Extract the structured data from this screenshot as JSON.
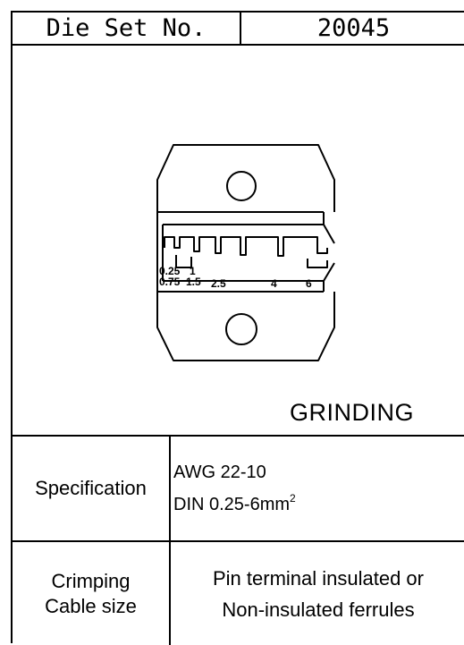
{
  "header": {
    "label": "Die Set No.",
    "value": "20045"
  },
  "die": {
    "sizes_top": [
      "0.25",
      "1"
    ],
    "sizes_bottom": [
      "0.75",
      "1.5",
      "2.5",
      "4",
      "6"
    ]
  },
  "process_label": "GRINDING",
  "specification": {
    "label": "Specification",
    "line1": "AWG 22-10",
    "line2_text": "DIN 0.25-6mm",
    "line2_sup": "2"
  },
  "crimping": {
    "label_line1": "Crimping",
    "label_line2": "Cable size",
    "value_line1": "Pin terminal insulated or",
    "value_line2": "Non-insulated ferrules"
  }
}
